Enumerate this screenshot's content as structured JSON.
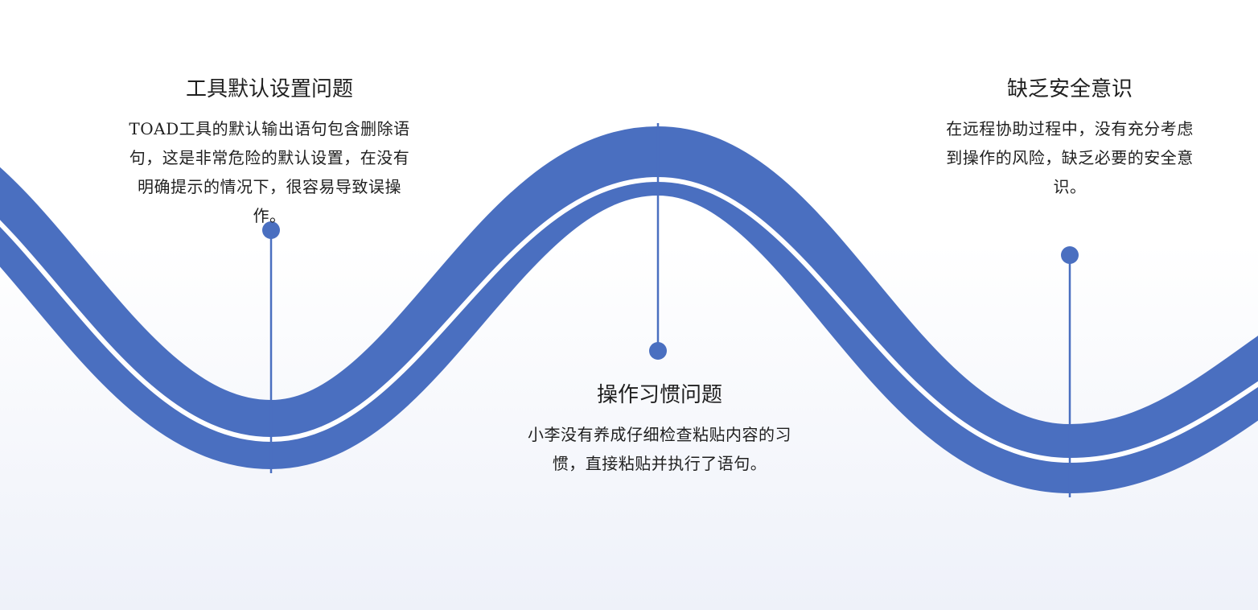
{
  "nodes": [
    {
      "title": "工具默认设置问题",
      "body": "TOAD工具的默认输出语句包含删除语句，这是非常危险的默认设置，在没有明确提示的情况下，很容易导致误操作。"
    },
    {
      "title": "操作习惯问题",
      "body": "小李没有养成仔细检查粘贴内容的习惯，直接粘贴并执行了语句。"
    },
    {
      "title": "缺乏安全意识",
      "body": "在远程协助过程中，没有充分考虑到操作的风险，缺乏必要的安全意识。"
    }
  ],
  "colors": {
    "wave": "#4a6fc0",
    "text": "#1f1f1f"
  }
}
